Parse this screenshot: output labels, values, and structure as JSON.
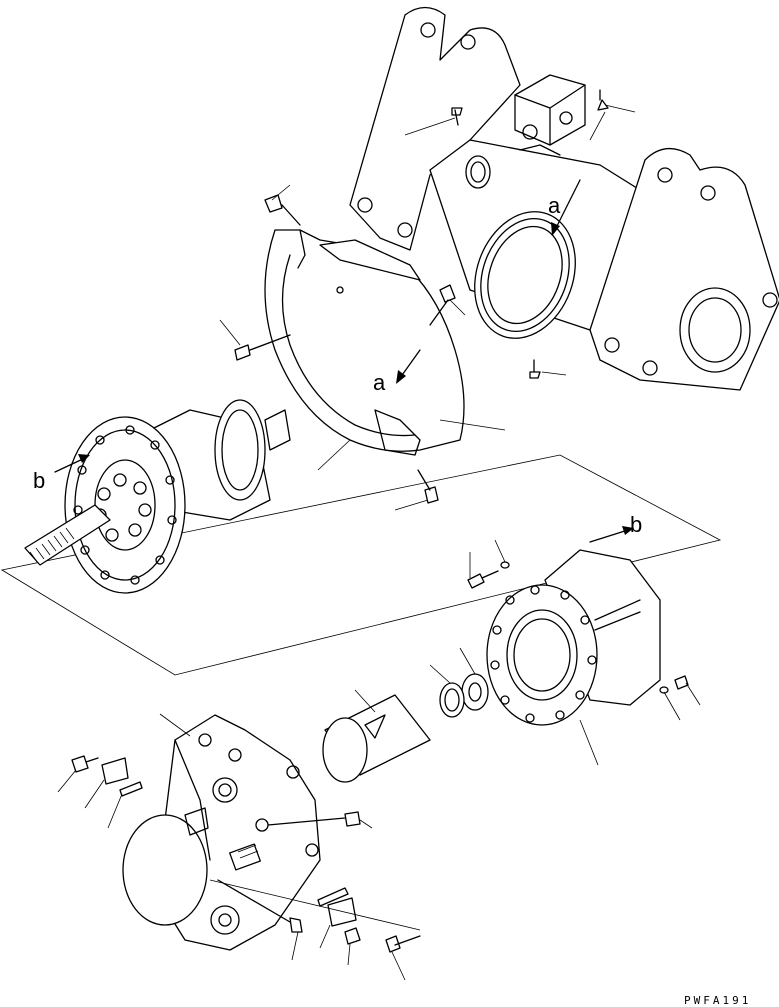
{
  "labels": {
    "a_upper": "a",
    "a_lower": "a",
    "b_left": "b",
    "b_right": "b"
  },
  "drawing_code": "PWFA191"
}
